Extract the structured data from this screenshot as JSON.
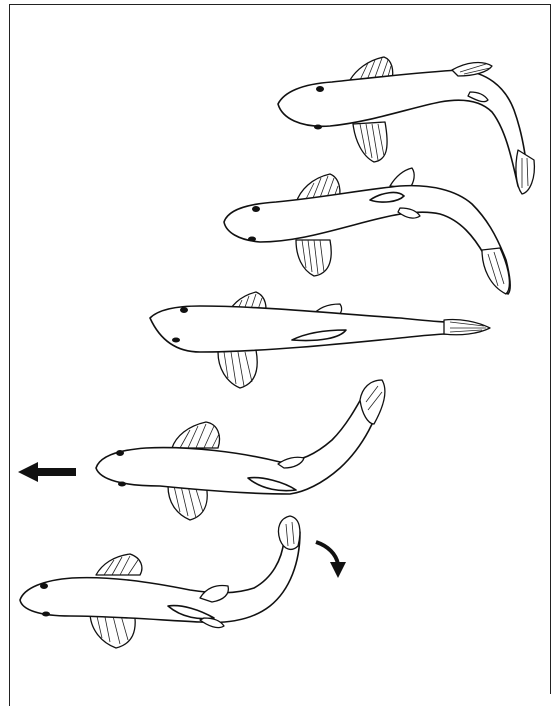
{
  "figure": {
    "stages": [
      {
        "id": "stage-1"
      },
      {
        "id": "stage-2"
      },
      {
        "id": "stage-3"
      },
      {
        "id": "stage-4"
      },
      {
        "id": "stage-5"
      }
    ],
    "indicators": {
      "forward_arrow": "left-arrow-icon",
      "turn_arrow": "curved-arrow-icon"
    },
    "colors": {
      "ink": "#111111",
      "background": "#ffffff"
    }
  }
}
